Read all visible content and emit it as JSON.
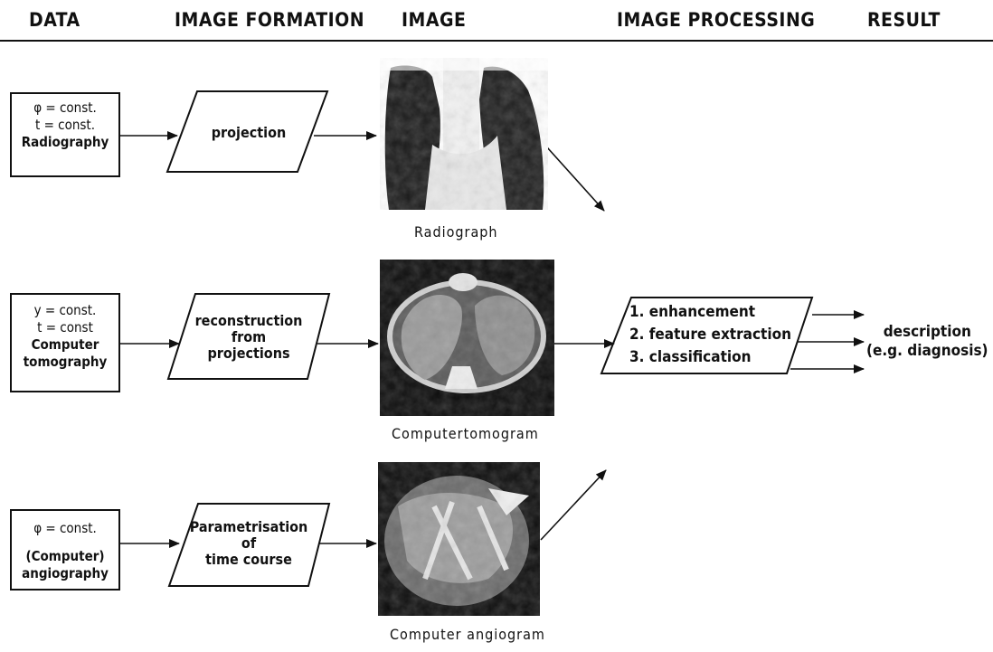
{
  "headers": {
    "data": "DATA",
    "formation": "IMAGE FORMATION",
    "image": "IMAGE",
    "processing": "IMAGE PROCESSING",
    "result": "RESULT"
  },
  "rows": [
    {
      "data_lines": [
        "φ = const.",
        "t = const."
      ],
      "modality": "Radiography",
      "process_lines": [
        "projection"
      ],
      "image_caption": "Radiograph"
    },
    {
      "data_lines": [
        "y = const.",
        "t = const"
      ],
      "modality": "Computer tomography",
      "modality_lines": [
        "Computer",
        "tomography"
      ],
      "process_lines": [
        "reconstruction",
        "from",
        "projections"
      ],
      "image_caption": "Computertomogram"
    },
    {
      "data_lines": [
        "φ = const."
      ],
      "modality": "(Computer) angiography",
      "modality_lines": [
        "(Computer)",
        "angiography"
      ],
      "process_lines": [
        "Parametrisation",
        "of",
        "time course"
      ],
      "image_caption": "Computer angiogram"
    }
  ],
  "processing_steps": [
    "1. enhancement",
    "2. feature extraction",
    "3. classification"
  ],
  "result_lines": [
    "description",
    "(e.g. diagnosis)"
  ]
}
